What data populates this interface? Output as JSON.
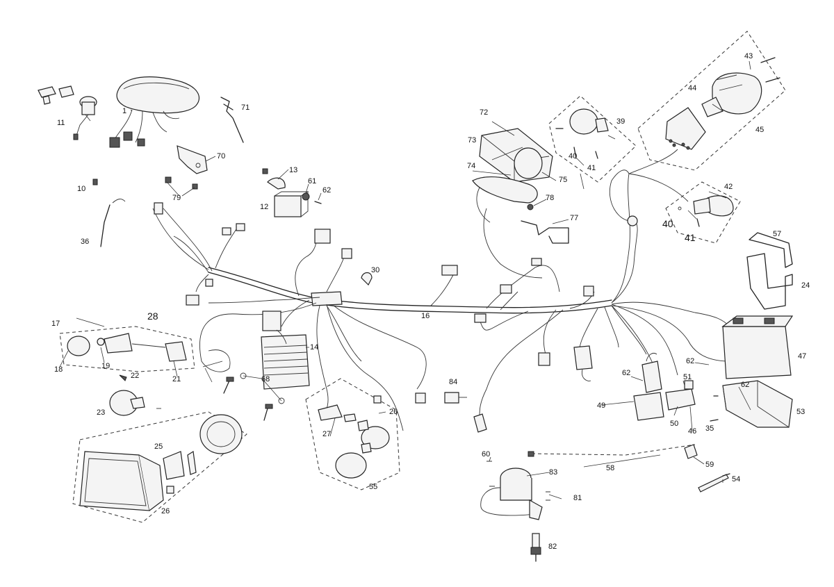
{
  "labels": {
    "p1": "1",
    "p10": "10",
    "p11": "11",
    "p12": "12",
    "p13": "13",
    "p14": "14",
    "p16": "16",
    "p17": "17",
    "p18": "18",
    "p19": "19",
    "p21": "21",
    "p22": "22",
    "p23": "23",
    "p24": "24",
    "p25": "25",
    "p26": "26",
    "p26b": "26",
    "p27": "27",
    "p28": "28",
    "p30": "30",
    "p35": "35",
    "p36": "36",
    "p39": "39",
    "p40": "40",
    "p40b": "40",
    "p41": "41",
    "p41b": "41",
    "p42": "42",
    "p43": "43",
    "p44": "44",
    "p45": "45",
    "p46": "46",
    "p47": "47",
    "p49": "49",
    "p50": "50",
    "p51": "51",
    "p53": "53",
    "p54": "54",
    "p55": "55",
    "p57": "57",
    "p58": "58",
    "p59": "59",
    "p60": "60",
    "p61": "61",
    "p62a": "62",
    "p62b": "62",
    "p62c": "62",
    "p62d": "62",
    "p68": "68",
    "p70": "70",
    "p71": "71",
    "p72": "72",
    "p73": "73",
    "p74": "74",
    "p75": "75",
    "p77": "77",
    "p78": "78",
    "p79": "79",
    "p81": "81",
    "p82": "82",
    "p83": "83",
    "p84": "84"
  }
}
